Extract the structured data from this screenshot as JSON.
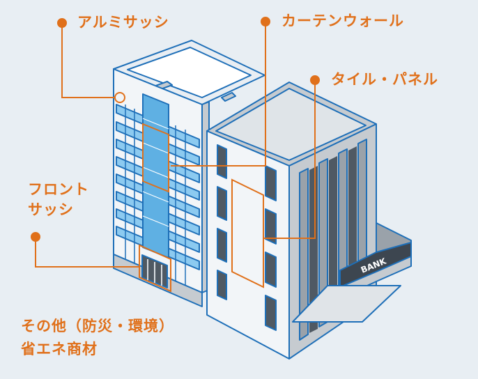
{
  "labels": {
    "aluminum_sash": "アルミサッシ",
    "curtain_wall": "カーテンウォール",
    "tile_panel": "タイル・パネル",
    "front_sash_line1": "フロント",
    "front_sash_line2": "サッシ",
    "other_line1": "その他（防災・環境）",
    "other_line2": "省エネ商材"
  },
  "bank_sign": "BANK",
  "colors": {
    "background": "#e8eef3",
    "accent": "#e0701a",
    "outline": "#1e6fb8",
    "glass": "#8ccaf0",
    "wall": "#f2f5f8",
    "roof": "#c6cbd0"
  }
}
